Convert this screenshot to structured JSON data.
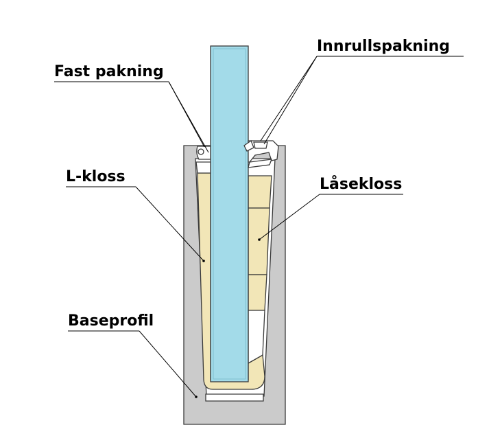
{
  "labels": {
    "innrullspakning": "Innrullspakning",
    "fast_pakning": "Fast pakning",
    "l_kloss": "L-kloss",
    "laasekloss": "Låsekloss",
    "baseprofil": "Baseprofil"
  },
  "colors": {
    "glass": "#a3dbe9",
    "baseprofil": "#cbcbcb",
    "kloss": "#f2e6b7",
    "background": "#ffffff",
    "outline": "#3a3a3a"
  }
}
